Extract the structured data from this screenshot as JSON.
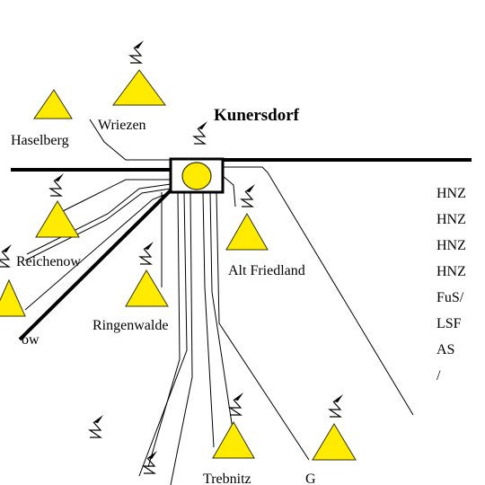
{
  "title": "Kunersdorf",
  "colors": {
    "station_fill": "#ffeb00",
    "station_stroke": "#333300",
    "line": "#000000",
    "background": "#ffffff"
  },
  "stations": {
    "wriezen": "Wriezen",
    "haselberg": "Haselberg",
    "reichenow": "Reichenow",
    "ringenwalde": "Ringenwalde",
    "alt_friedland": "Alt Friedland",
    "trebnitz": "Trebnitz",
    "partial_bottom": "G",
    "partial_left": "ow"
  },
  "legend": {
    "items": [
      "HNZ",
      "HNZ",
      "HNZ",
      "HNZ",
      "FuS/",
      "LSF",
      "AS",
      "/"
    ]
  },
  "icons": {
    "station": "station-triangle-icon",
    "antenna": "radio-antenna-icon",
    "hub": "hub-station-icon"
  }
}
